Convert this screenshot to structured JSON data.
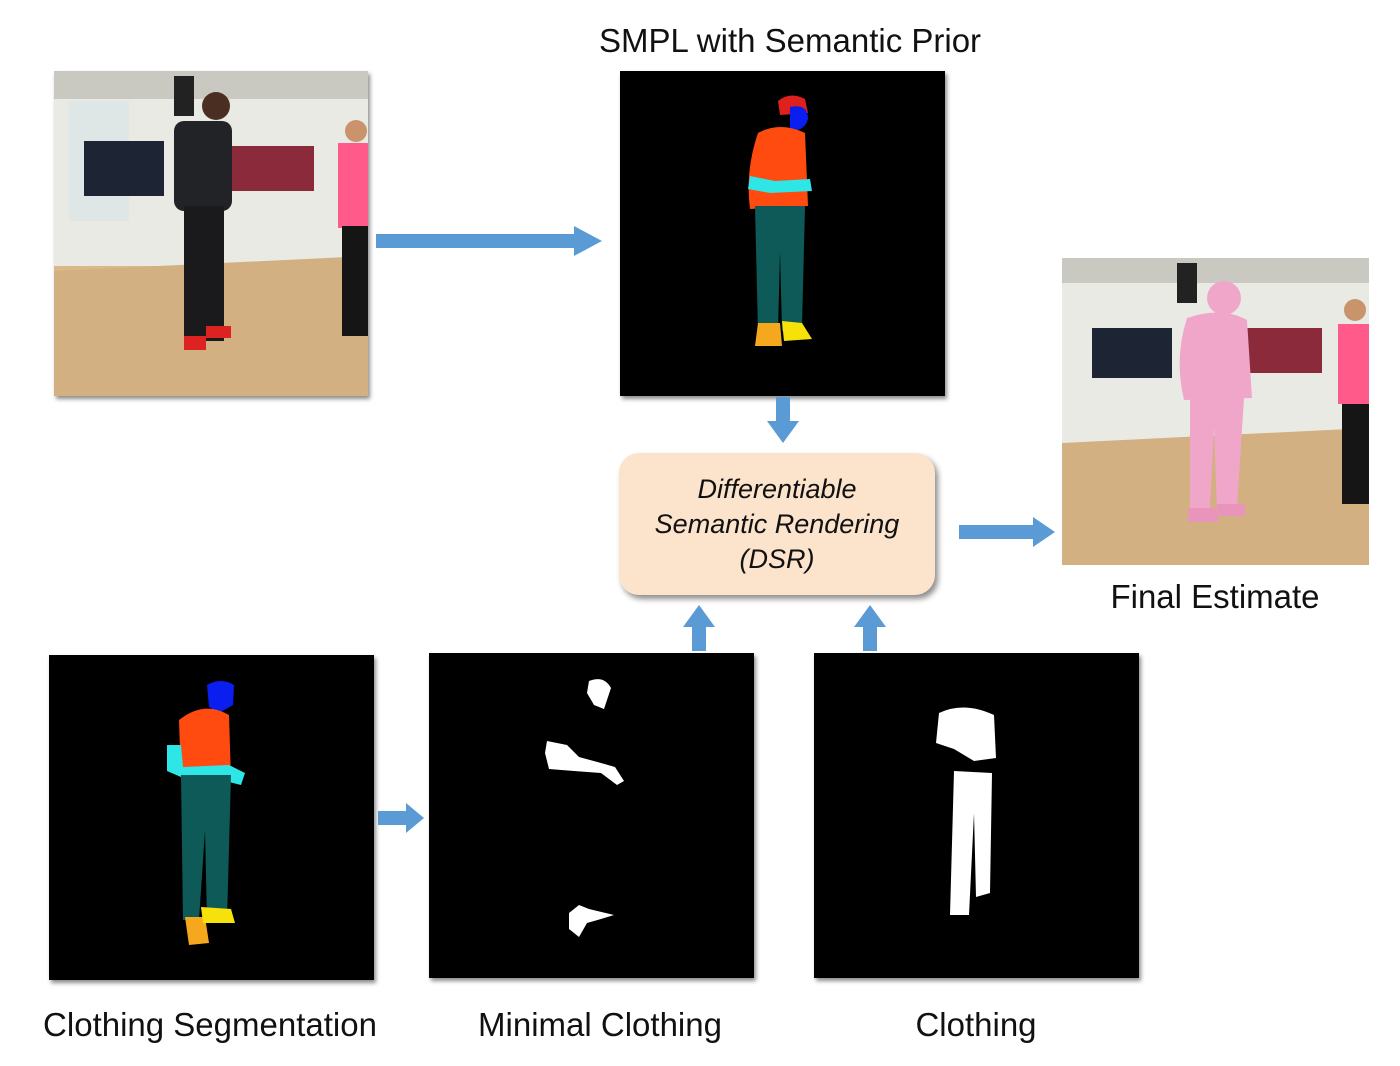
{
  "labels": {
    "smpl_title": "SMPL with Semantic Prior",
    "final": "Final Estimate",
    "clothing_seg": "Clothing Segmentation",
    "minimal": "Minimal Clothing",
    "clothing": "Clothing"
  },
  "dsr": {
    "line1": "Differentiable",
    "line2": "Semantic Rendering",
    "line3": "(DSR)"
  },
  "colors": {
    "arrow": "#5b9bd5",
    "head": "#0a1ef0",
    "hair": "#e0201c",
    "torso": "#ff4a10",
    "arms": "#2ee6e6",
    "legs": "#0e5a58",
    "shoe_left": "#f5a81e",
    "shoe_right": "#f6e10a",
    "dsr_box": "#fbe3cc",
    "mesh": "#f0a6c8"
  },
  "icons": {
    "arrow": "block-arrow"
  }
}
